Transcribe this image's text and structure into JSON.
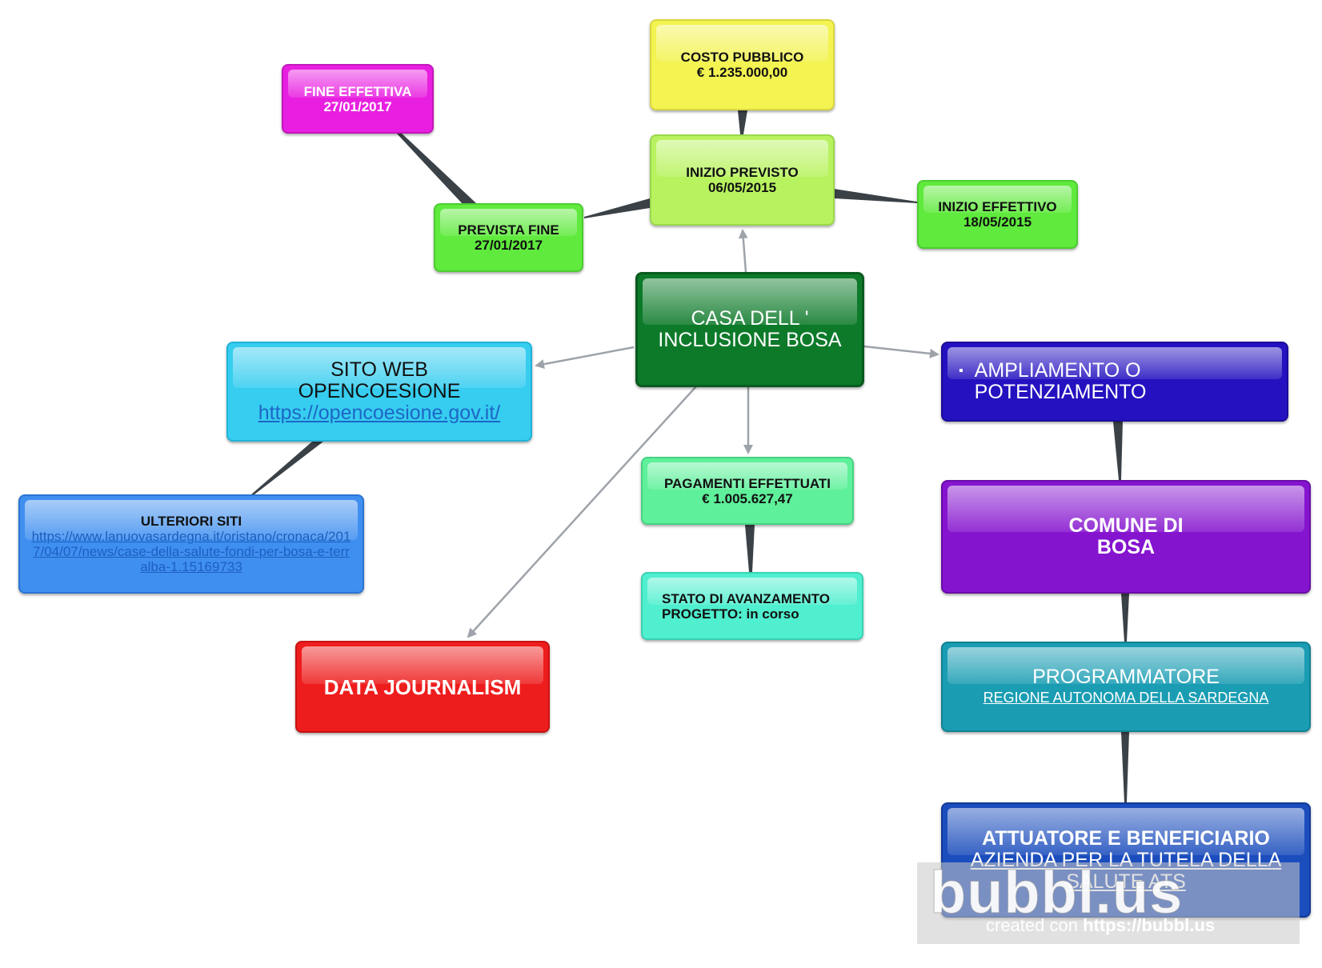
{
  "nodes": {
    "center": {
      "line1": "CASA DELL '",
      "line2": "INCLUSIONE BOSA"
    },
    "costo": {
      "line1": "COSTO PUBBLICO",
      "line2": "€ 1.235.000,00"
    },
    "inizio_previsto": {
      "line1": "INIZIO PREVISTO",
      "line2": "06/05/2015"
    },
    "fine_effettiva": {
      "line1": "FINE EFFETTIVA",
      "line2": "27/01/2017"
    },
    "prevista_fine": {
      "line1": "PREVISTA FINE",
      "line2": "27/01/2017"
    },
    "inizio_effettivo": {
      "line1": "INIZIO EFFETTIVO",
      "line2": "18/05/2015"
    },
    "sito_web": {
      "line1": "SITO WEB",
      "line2": "OPENCOESIONE",
      "link": "https://opencoesione.gov.it/"
    },
    "ulteriori": {
      "title": "ULTERIORI SITI",
      "link": "https://www.lanuovasardegna.it/oristano/cronaca/2017/04/07/news/case-della-salute-fondi-per-bosa-e-terralba-1.15169733"
    },
    "pagamenti": {
      "line1": "PAGAMENTI EFFETTUATI",
      "line2": "€ 1.005.627,47"
    },
    "stato": {
      "line1": "STATO DI AVANZAMENTO",
      "line2": "PROGETTO: in corso"
    },
    "data_journalism": {
      "label": "DATA JOURNALISM"
    },
    "ampliamento": {
      "bullet": "▪",
      "line1": "AMPLIAMENTO O",
      "line2": "POTENZIAMENTO"
    },
    "comune": {
      "line1": "COMUNE DI",
      "line2": "BOSA"
    },
    "programmatore": {
      "title": "PROGRAMMATORE",
      "link": "REGIONE AUTONOMA DELLA SARDEGNA"
    },
    "attuatore": {
      "title": "ATTUATORE E BENEFICIARIO",
      "link": "AZIENDA PER LA TUTELA DELLA SALUTE ATS"
    }
  },
  "watermark": {
    "logo": "bubbl.us",
    "caption_prefix": "created con",
    "caption_url": "https://bubbl.us"
  },
  "colors": {
    "center": "#0d7a2a",
    "costo": "#f3f351",
    "green_light": "#b8f35f",
    "magenta": "#e81fe0",
    "green": "#5fea3d",
    "cyan": "#36cdf0",
    "blue": "#3f8ff0",
    "mint": "#5ef09a",
    "aqua": "#4fefcf",
    "red": "#ee1d1d",
    "indigo": "#2412c0",
    "purple": "#8514cf",
    "teal": "#1a9db3",
    "navy": "#1b4dbd",
    "arrow": "#9ea3aa",
    "connector": "#3a4147"
  }
}
